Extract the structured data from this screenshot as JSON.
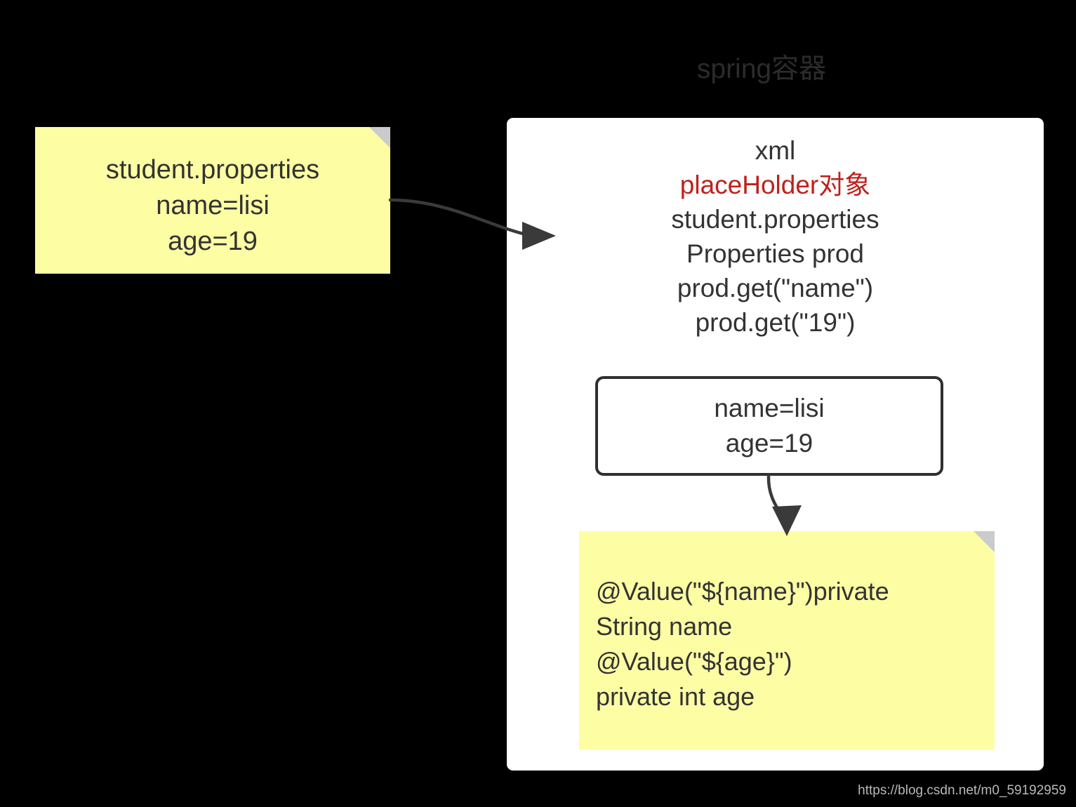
{
  "diagram": {
    "title": "spring容器",
    "watermark": "https://blog.csdn.net/m0_59192959",
    "colors": {
      "background": "#000000",
      "panel": "#ffffff",
      "sticky": "#fdfda4",
      "sticky_fold": "#c9cbcd",
      "text": "#333333",
      "title_text": "#2b2b2b",
      "accent_red": "#c0201c",
      "stroke": "#2f2f2f",
      "watermark_text": "#b9b9b9"
    }
  },
  "properties_note": {
    "lines": [
      "student.properties",
      "name=lisi",
      "age=19"
    ]
  },
  "container": {
    "text_lines": [
      {
        "text": "xml",
        "color": "default"
      },
      {
        "text": "placeHolder对象",
        "color": "red"
      },
      {
        "text": "student.properties",
        "color": "default"
      },
      {
        "text": "Properties prod",
        "color": "default"
      },
      {
        "text": "prod.get(\"name\")",
        "color": "default"
      },
      {
        "text": "prod.get(\"19\")",
        "color": "default"
      }
    ]
  },
  "values_box": {
    "lines": [
      "name=lisi",
      "age=19"
    ]
  },
  "annotation_note": {
    "lines": [
      "@Value(\"${name}\")private",
      "String name",
      "@Value(\"${age}\")",
      "private int age"
    ]
  },
  "arrows": [
    {
      "name": "properties-to-container",
      "from": "properties-note",
      "to": "spring-container"
    },
    {
      "name": "values-to-annotation",
      "from": "values-box",
      "to": "annotation-note"
    }
  ]
}
